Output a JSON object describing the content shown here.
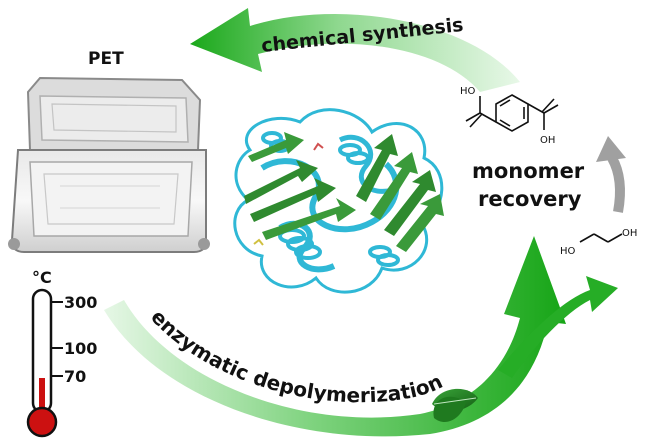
{
  "labels": {
    "pet": "PET",
    "chemical_synthesis": "chemical synthesis",
    "monomer_recovery_line1": "monomer",
    "monomer_recovery_line2": "recovery",
    "enzymatic_depolymerization": "enzymatic depolymerization"
  },
  "thermometer": {
    "unit": "°C",
    "ticks": [
      "300",
      "100",
      "70"
    ],
    "fill_level": "70"
  },
  "molecules": {
    "terephthalic_acid_oh_left": "HO",
    "terephthalic_acid_oh_right": "OH",
    "ethylene_glycol_oh_left": "HO",
    "ethylene_glycol_oh_right": "OH"
  },
  "colors": {
    "arrow_green_dark": "#1aa81a",
    "arrow_green_light": "#c8efc8",
    "protein_cyan": "#2fb8d6",
    "protein_green": "#2f8a2f",
    "thermometer_red": "#cc1111",
    "gray_arrow": "#a0a0a0"
  }
}
